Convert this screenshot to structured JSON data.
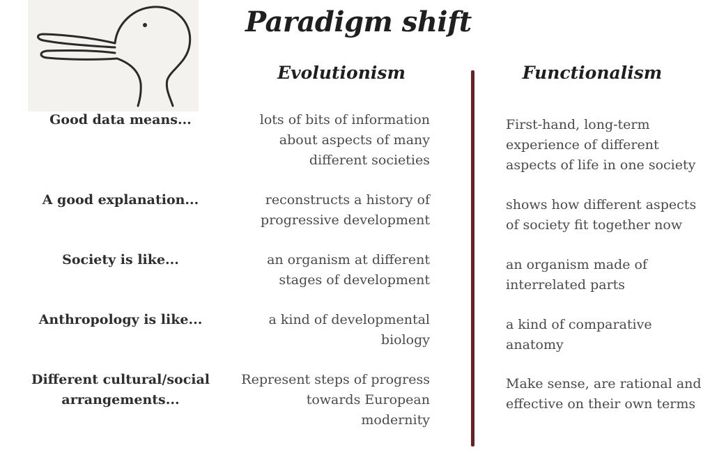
{
  "title": "Paradigm shift",
  "columns": {
    "evolutionism": "Evolutionism",
    "functionalism": "Functionalism"
  },
  "rows": [
    {
      "label": "Good data means...",
      "evolutionism": "lots of bits of information\nabout aspects of many\ndifferent societies",
      "functionalism": "First-hand, long-term\nexperience of different\naspects of life in one society"
    },
    {
      "label": "A good explanation...",
      "evolutionism": "reconstructs a history of\nprogressive development",
      "functionalism": "shows how different aspects\nof society fit together now"
    },
    {
      "label": "Society is like...",
      "evolutionism": "an organism at different\nstages of development",
      "functionalism": "an organism made of\ninterrelated parts"
    },
    {
      "label": "Anthropology is like...",
      "evolutionism": "a kind of developmental\nbiology",
      "functionalism": "a kind of comparative\nanatomy"
    },
    {
      "label": "Different cultural/social\narrangements...",
      "evolutionism": "Represent steps of progress\ntowards European\nmodernity",
      "functionalism": "Make sense, are rational and\neffective on their own terms"
    }
  ],
  "colors": {
    "divider": "#6b1f2a",
    "text": "#4a4a4a",
    "heading": "#1f1f1f"
  },
  "icons": {
    "illustration": "duck-rabbit-illusion-icon"
  }
}
